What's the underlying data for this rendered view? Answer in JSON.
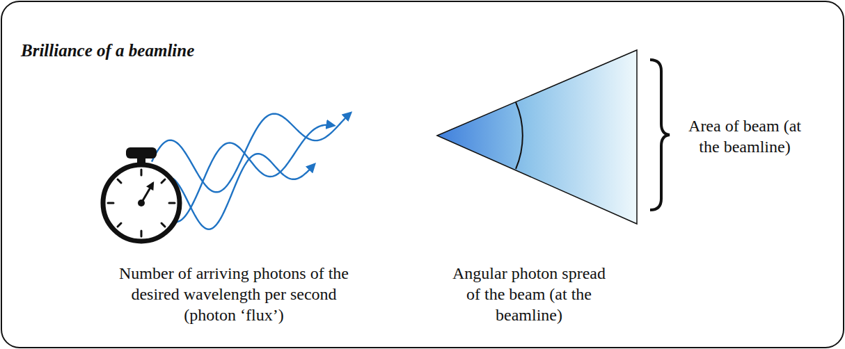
{
  "diagram": {
    "title": "Brilliance of a beamline",
    "labels": [
      "Number of arriving photons of the desired wavelength per second (photon ‘flux’)",
      "Angular photon spread of the beam (at the beamline)",
      "Area of beam (at the beamline)"
    ]
  }
}
